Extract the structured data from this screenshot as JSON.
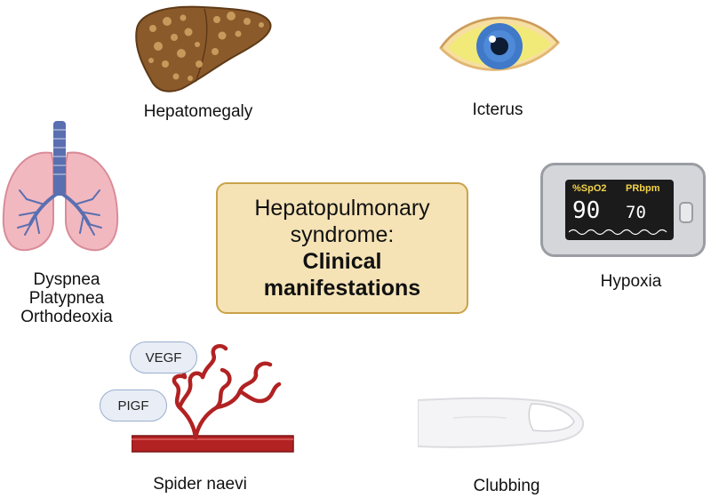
{
  "center": {
    "line1": "Hepatopulmonary",
    "line2": "syndrome:",
    "line3": "Clinical",
    "line4": "manifestations"
  },
  "labels": {
    "hepatomegaly": "Hepatomegaly",
    "icterus": "Icterus",
    "dyspnea": "Dyspnea",
    "platypnea": "Platypnea",
    "orthodeoxia": "Orthodeoxia",
    "hypoxia": "Hypoxia",
    "spider_naevi": "Spider naevi",
    "clubbing": "Clubbing"
  },
  "oximeter": {
    "spo2_label": "%SpO2",
    "pr_label": "PRbpm",
    "spo2_value": "90",
    "pr_value": "70"
  },
  "growth_factors": {
    "vegf": "VEGF",
    "pigf": "PIGF"
  },
  "colors": {
    "box_fill": "#f5e3b6",
    "box_border": "#c9a24a",
    "liver": "#8b5a2b",
    "lung": "#f2b8c0",
    "airway": "#5a6fb0",
    "vessel": "#b22222",
    "oximeter_screen": "#1b1b1b",
    "oximeter_text": "#f2d34a"
  },
  "icons": [
    "liver-icon",
    "eye-icon",
    "lungs-icon",
    "pulse-oximeter-icon",
    "blood-vessel-icon",
    "finger-icon"
  ]
}
